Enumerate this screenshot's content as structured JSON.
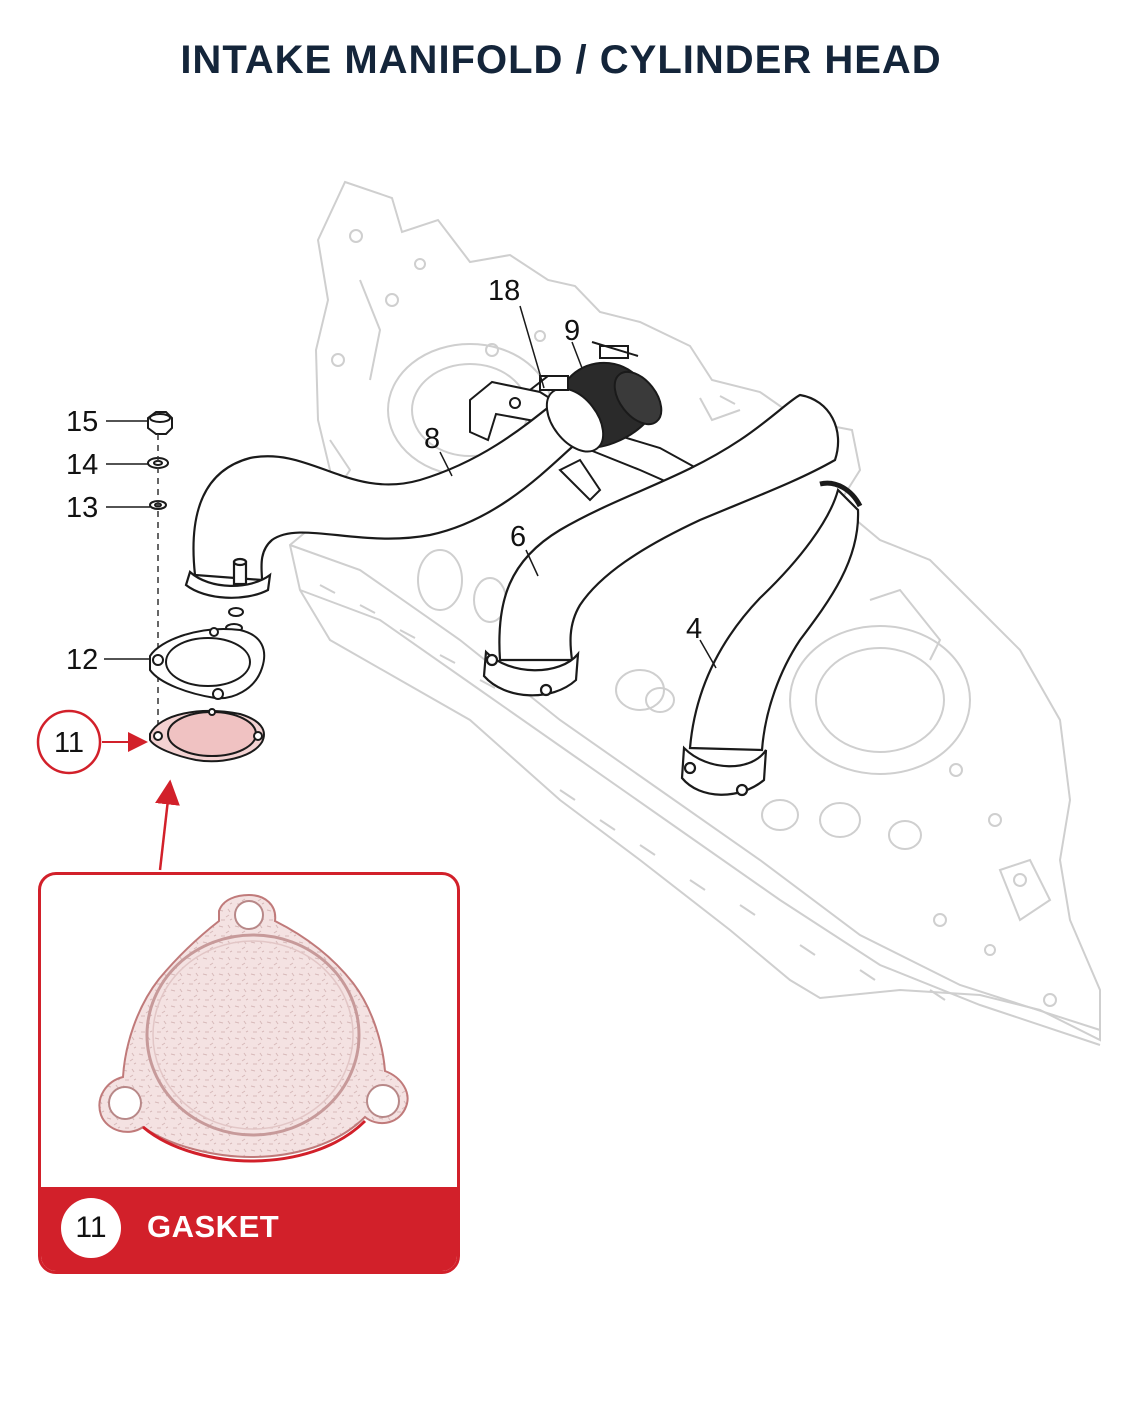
{
  "title": "INTAKE MANIFOLD / CYLINDER HEAD",
  "colors": {
    "title": "#14253a",
    "accent": "#d2202a",
    "gasket_fill": "#f4d2d2",
    "engine_line": "#c8c8c8",
    "part_line": "#1a1a1a"
  },
  "callouts": [
    "18",
    "9",
    "8",
    "6",
    "4",
    "15",
    "14",
    "13",
    "12",
    "11"
  ],
  "highlight_callout": "11",
  "detail": {
    "number": "11",
    "name": "GASKET"
  }
}
